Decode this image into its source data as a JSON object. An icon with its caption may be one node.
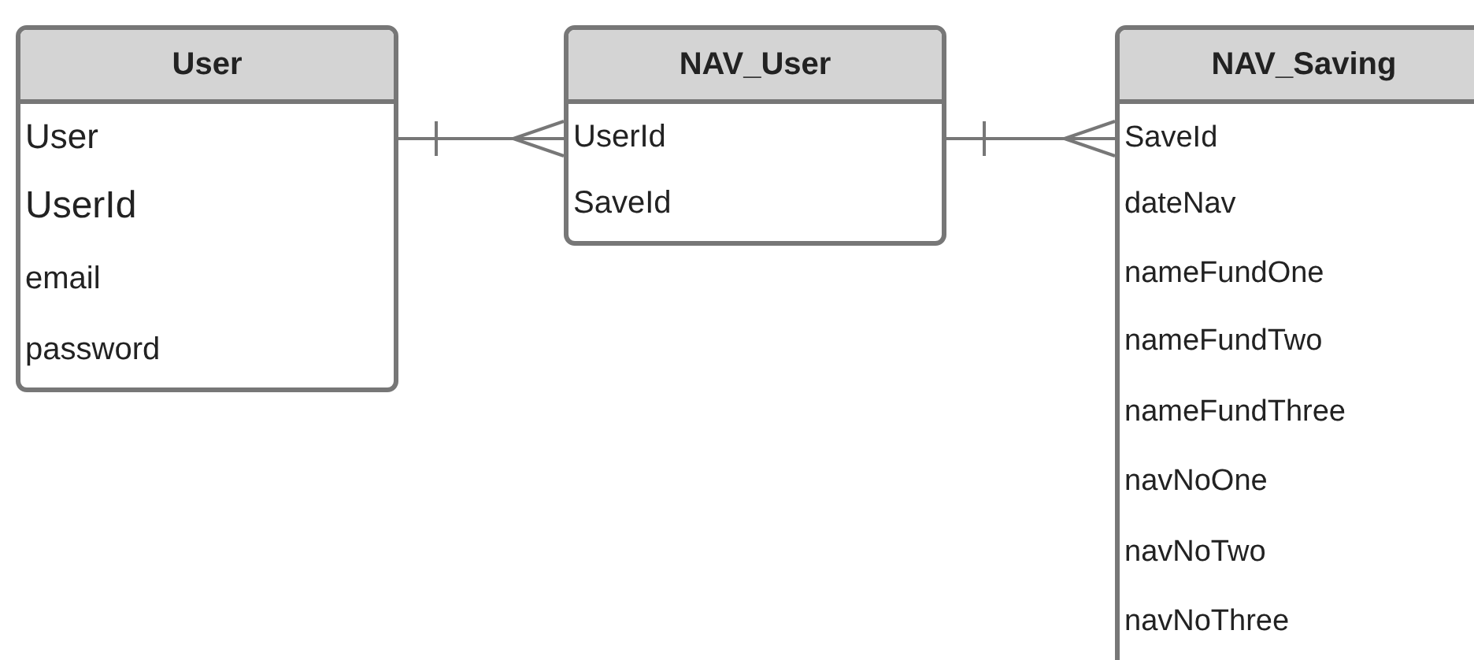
{
  "diagram": {
    "nodes": [
      {
        "text": [
          "User",
          "User",
          "UserId",
          "email",
          "password"
        ]
      },
      {
        "text": [
          "NAV_User",
          "UserId",
          "SaveId"
        ]
      },
      {
        "text": [
          "NAV_Saving",
          "SaveId",
          "dateNav",
          "nameFundOne",
          "nameFundTwo",
          "nameFundThree",
          "navNoOne",
          "navNoTwo",
          "navNoThree"
        ]
      }
    ],
    "edges": [
      {
        "from": 0,
        "to": 1,
        "arrow": "other"
      },
      {
        "from": 1,
        "to": 2,
        "arrow": "other"
      }
    ]
  }
}
